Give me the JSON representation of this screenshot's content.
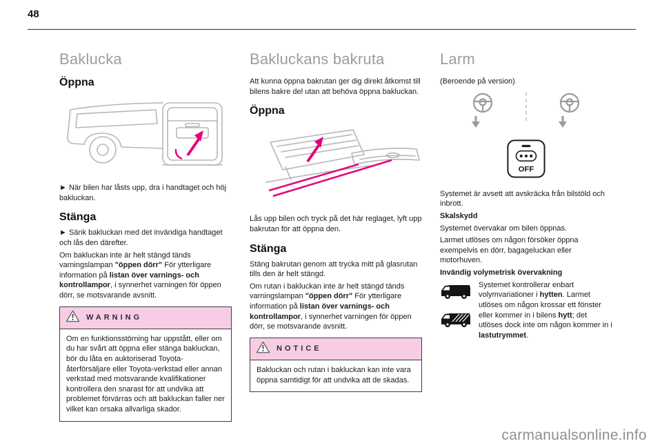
{
  "page": {
    "number": "48",
    "watermark": "carmanualsonline.info"
  },
  "colors": {
    "accent_magenta": "#e5007d",
    "heading_gray": "#9c9c9c",
    "alert_header_pink": "#f7cde6",
    "illustration_gray": "#b6b6b6"
  },
  "icons": {
    "warning_triangle": "⚠",
    "notice_triangle": "⚠",
    "step_bullet": "►"
  },
  "tailgate": {
    "title": "Baklucka",
    "open": {
      "heading": "Öppna",
      "step": "► När bilen har låsts upp, dra i handtaget och höj bakluckan."
    },
    "close": {
      "heading": "Stänga",
      "step": "► Sänk bakluckan med det invändiga handtaget och lås den därefter.",
      "para": {
        "s1": "Om bakluckan inte är helt stängd tänds varningslampan ",
        "s2": "\"öppen dörr\"",
        "s3": " För ytterligare information på ",
        "s4": "listan över varnings- och kontrollampor",
        "s5": ", i synnerhet varningen för öppen dörr, se motsvarande avsnitt."
      }
    },
    "warning": {
      "label": "WARNING",
      "text": "Om en funktionsstörning har uppstått, eller om du har svårt att öppna eller stänga bakluckan, bör du låta en auktoriserad Toyota-återförsäljare eller Toyota-verkstad eller annan verkstad med motsvarande kvalifikationer kontrollera den snarast för att undvika att problemet förvärras och att bakluckan faller ner vilket kan orsaka allvarliga skador."
    }
  },
  "rear_window": {
    "title": "Bakluckans bakruta",
    "intro": "Att kunna öppna bakrutan ger dig direkt åtkomst till bilens bakre del utan att behöva öppna bakluckan.",
    "open": {
      "heading": "Öppna",
      "text": "Lås upp bilen och tryck på det här reglaget, lyft upp bakrutan för att öppna den."
    },
    "close": {
      "heading": "Stänga",
      "text": "Stäng bakrutan genom att trycka mitt på glasrutan tills den är helt stängd.",
      "para": {
        "s1": "Om rutan i bakluckan inte är helt stängd tänds varningslampan ",
        "s2": "\"öppen dörr\"",
        "s3": " För ytterligare information på ",
        "s4": "listan över varnings- och kontrollampor",
        "s5": ", i synnerhet varningen för öppen dörr, se motsvarande avsnitt."
      }
    },
    "notice": {
      "label": "NOTICE",
      "text": "Bakluckan och rutan i bakluckan kan inte vara öppna samtidigt för att undvika att de skadas."
    }
  },
  "alarm": {
    "title": "Larm",
    "version_note": "(Beroende på version)",
    "off_label": "OFF",
    "intro": "Systemet är avsett att avskräcka från bilstöld och inbrott.",
    "perimeter": {
      "heading": "Skalskydd",
      "line1": "Systemet övervakar om bilen öppnas.",
      "line2": "Larmet utlöses om någon försöker öppna exempelvis en dörr, bagageluckan eller motorhuven."
    },
    "volumetric": {
      "heading": "Invändig volymetrisk övervakning",
      "para": {
        "s1": "Systemet kontrollerar enbart volymvariationer i ",
        "s2": "hytten",
        "s3": ". Larmet utlöses om någon krossar ett fönster eller kommer in i bilens ",
        "s4": "hytt",
        "s5": "; det utlöses dock inte om någon kommer in i ",
        "s6": "lastutrymmet",
        "s7": "."
      }
    }
  }
}
